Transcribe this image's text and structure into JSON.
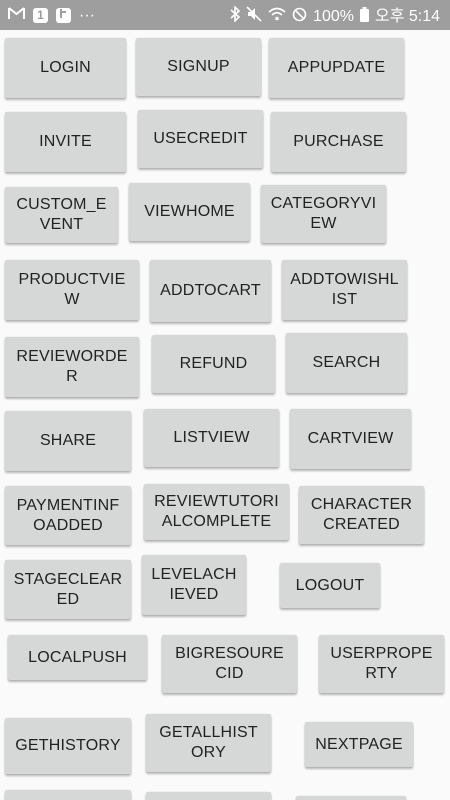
{
  "status_bar": {
    "left_icons": [
      "gmail-icon",
      "notification-count-icon",
      "app-icon",
      "more-dots-icon"
    ],
    "notification_count": "1",
    "more": "···",
    "right_icons": [
      "bluetooth-icon",
      "mute-icon",
      "wifi-icon",
      "dnd-icon",
      "battery-icon"
    ],
    "battery_percent": "100%",
    "time": "오후 5:14"
  },
  "buttons": [
    {
      "name": "login-button",
      "label": "LOGIN"
    },
    {
      "name": "signup-button",
      "label": "SIGNUP"
    },
    {
      "name": "appupdate-button",
      "label": "APPUPDATE"
    },
    {
      "name": "invite-button",
      "label": "INVITE"
    },
    {
      "name": "usecredit-button",
      "label": "USECREDIT"
    },
    {
      "name": "purchase-button",
      "label": "PURCHASE"
    },
    {
      "name": "custom-event-button",
      "label": "CUSTOM_EVENT"
    },
    {
      "name": "viewhome-button",
      "label": "VIEWHOME"
    },
    {
      "name": "categoryview-button",
      "label": "CATEGORYVIEW"
    },
    {
      "name": "productview-button",
      "label": "PRODUCTVIEW"
    },
    {
      "name": "addtocart-button",
      "label": "ADDTOCART"
    },
    {
      "name": "addtowishlist-button",
      "label": "ADDTOWISHLIST"
    },
    {
      "name": "revieworder-button",
      "label": "REVIEWORDER"
    },
    {
      "name": "refund-button",
      "label": "REFUND"
    },
    {
      "name": "search-button",
      "label": "SEARCH"
    },
    {
      "name": "share-button",
      "label": "SHARE"
    },
    {
      "name": "listview-button",
      "label": "LISTVIEW"
    },
    {
      "name": "cartview-button",
      "label": "CARTVIEW"
    },
    {
      "name": "paymentinfoadded-button",
      "label": "PAYMENTINFOADDED"
    },
    {
      "name": "reviewtutorialcomplete-button",
      "label": "REVIEWTUTORIALCOMPLETE"
    },
    {
      "name": "charactercreated-button",
      "label": "CHARACTERCREATED"
    },
    {
      "name": "stagecleared-button",
      "label": "STAGECLEARED"
    },
    {
      "name": "levelachieved-button",
      "label": "LEVELACHIEVED"
    },
    {
      "name": "logout-button",
      "label": "LOGOUT"
    },
    {
      "name": "localpush-button",
      "label": "LOCALPUSH"
    },
    {
      "name": "bigresourceid-button",
      "label": "BIGRESOURECID"
    },
    {
      "name": "userproperty-button",
      "label": "USERPROPERTY"
    },
    {
      "name": "gethistory-button",
      "label": "GETHISTORY"
    },
    {
      "name": "getallhistory-button",
      "label": "GETALLHISTORY"
    },
    {
      "name": "nextpage-button",
      "label": "NEXTPAGE"
    },
    {
      "name": "partial-button-1",
      "label": ""
    },
    {
      "name": "partial-button-2",
      "label": ""
    },
    {
      "name": "partial-button-3",
      "label": ""
    }
  ]
}
